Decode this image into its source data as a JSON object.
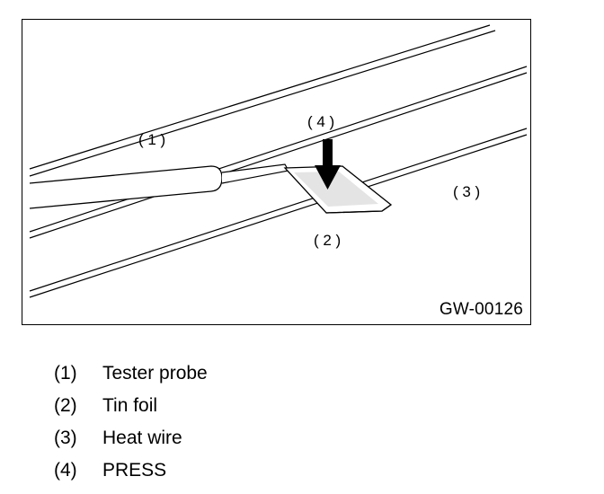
{
  "figure": {
    "code": "GW-00126",
    "callouts": {
      "tester_probe": "( 1 )",
      "tin_foil": "( 2 )",
      "heat_wire": "( 3 )",
      "press": "( 4 )"
    }
  },
  "legend": [
    {
      "num": "(1)",
      "label": "Tester probe"
    },
    {
      "num": "(2)",
      "label": "Tin foil"
    },
    {
      "num": "(3)",
      "label": "Heat wire"
    },
    {
      "num": "(4)",
      "label": "PRESS"
    }
  ]
}
